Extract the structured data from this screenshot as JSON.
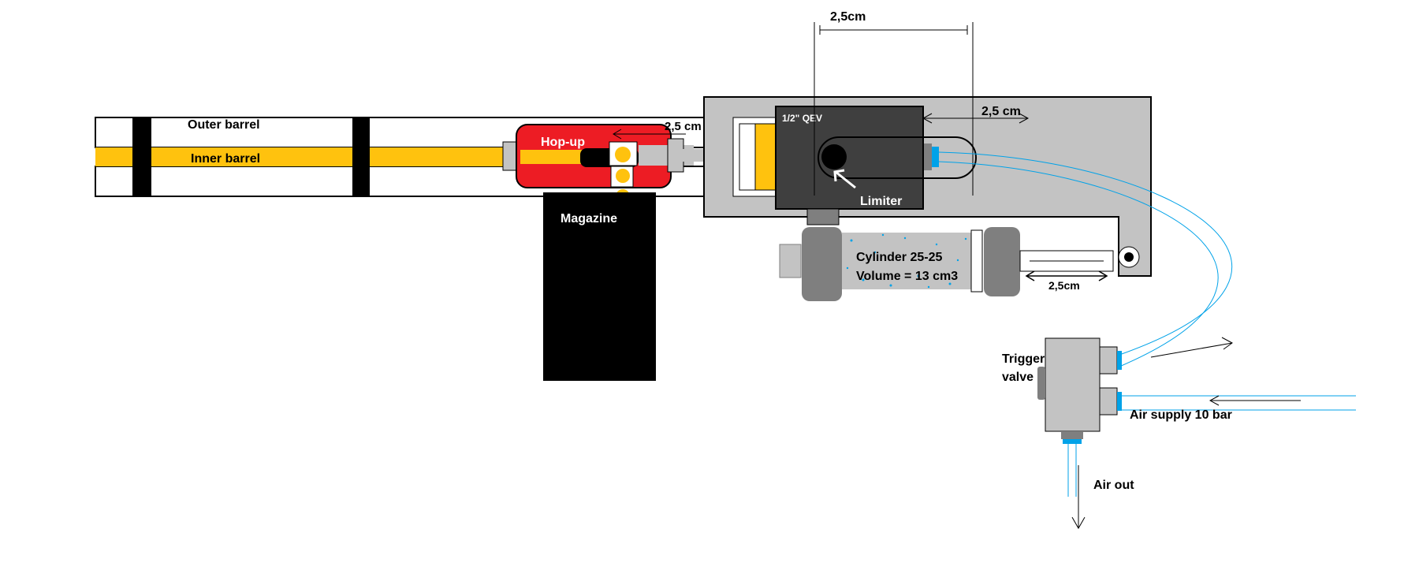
{
  "labels": {
    "outer_barrel": "Outer barrel",
    "inner_barrel": "Inner barrel",
    "hop_up": "Hop-up",
    "magazine": "Magazine",
    "qev": "1/2\" QEV",
    "limiter": "Limiter",
    "cylinder_line1": "Cylinder 25-25",
    "cylinder_line2": "Volume = 13 cm3",
    "trigger_line1": "Trigger",
    "trigger_line2": "valve",
    "air_supply": "Air supply 10 bar",
    "air_out": "Air out"
  },
  "dimensions": {
    "top": "2,5cm",
    "hopup": "2,5 cm",
    "qev_right": "2,5 cm",
    "cylinder_stroke": "2,5cm"
  },
  "colors": {
    "inner_barrel": "#ffc20e",
    "hop_up": "#ed1c24",
    "magazine": "#000000",
    "body": "#c3c3c3",
    "qev": "#3f3f3f",
    "tube": "#00a2e8",
    "cylinder": "#7f7f7f"
  }
}
